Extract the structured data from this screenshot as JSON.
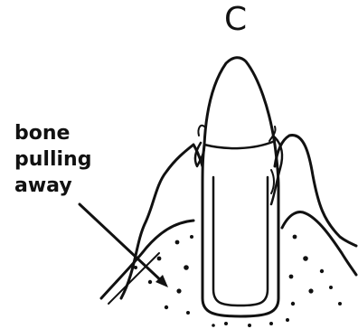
{
  "diagram": {
    "panel_letter": "C",
    "label_lines": [
      "bone",
      "pulling",
      "away"
    ]
  }
}
